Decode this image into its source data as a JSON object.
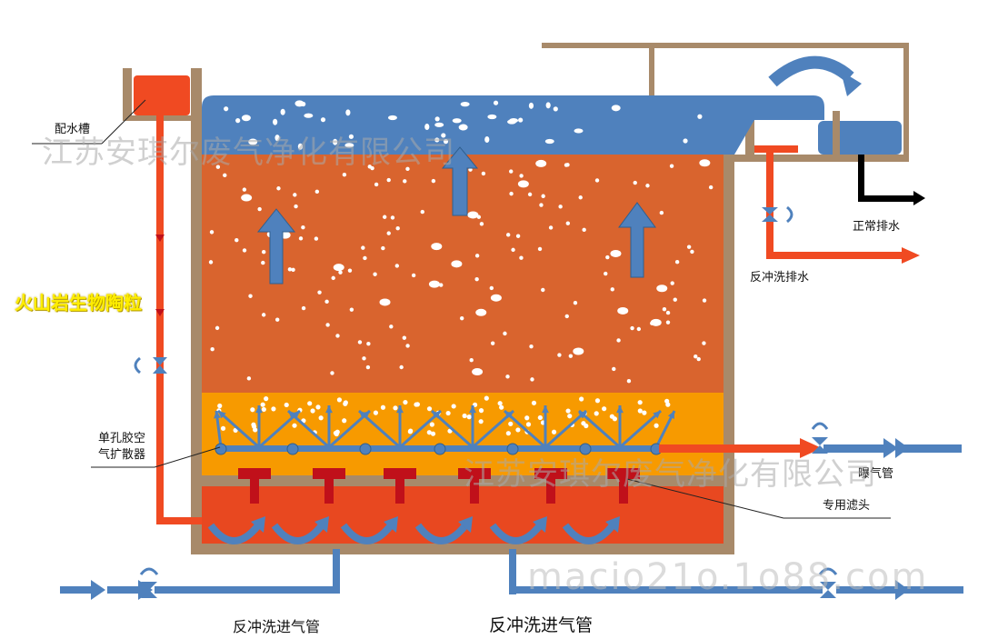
{
  "labels": {
    "distribution_tank": "配水槽",
    "media": "火山岩生物陶粒",
    "air_diffuser_line1": "单孔胶空",
    "air_diffuser_line2": "气扩散器",
    "normal_drain": "正常排水",
    "backwash_drain": "反冲洗排水",
    "aeration_pipe": "曝气管",
    "filter_head": "专用滤头",
    "backwash_air_inlet_left": "反冲洗进气管",
    "backwash_air_inlet_right": "反冲洗进气管"
  },
  "watermarks": {
    "company_top": "江苏安琪尔废气净化有限公司",
    "company_mid": "江苏安琪尔废气净化有限公司",
    "url": "macio21o.1o88.com"
  },
  "colors": {
    "wall": "#a88a6a",
    "water_blue": "#4f81bd",
    "media_orange": "#d9642e",
    "support_layer": "#f79a00",
    "bottom_chamber": "#e84820",
    "red_pipe": "#f04a22",
    "nozzle_red": "#c0101a",
    "arrow_blue": "#4f81bd"
  }
}
